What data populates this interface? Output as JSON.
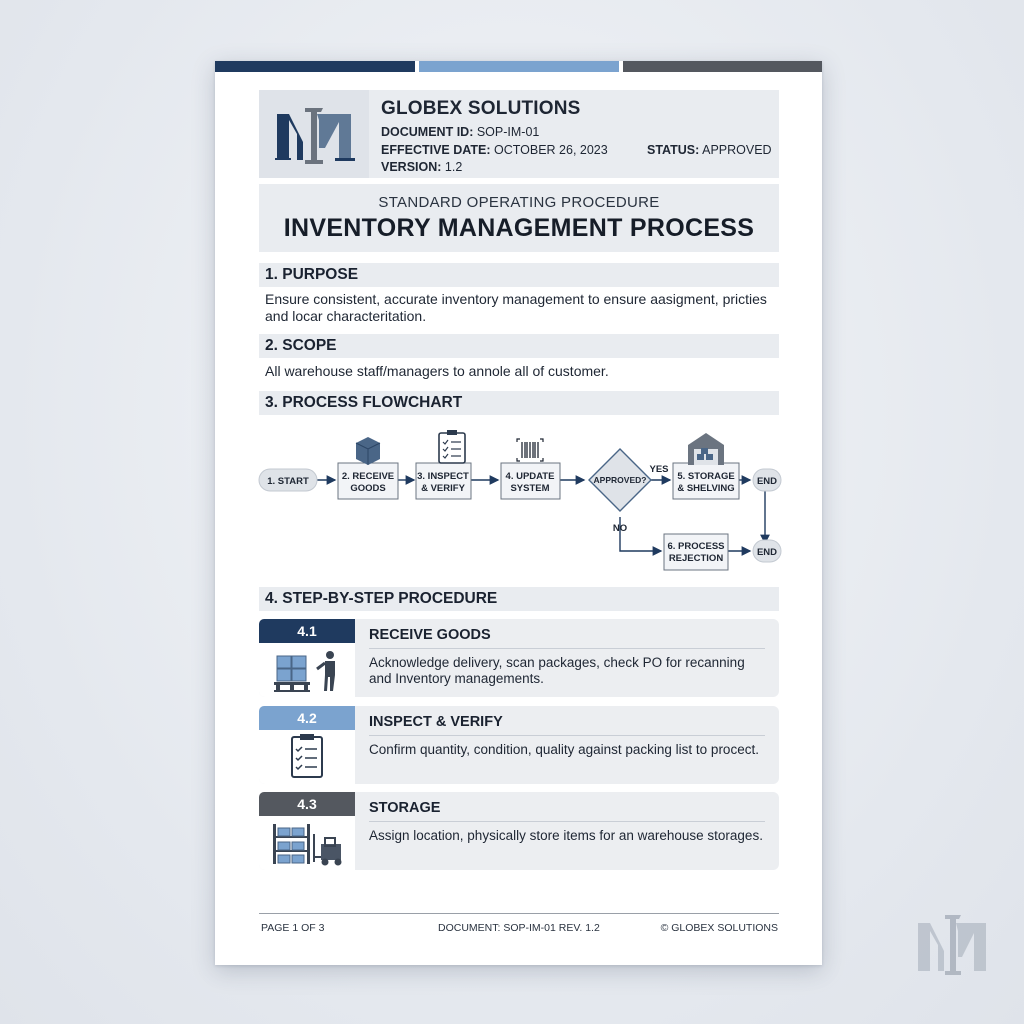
{
  "header": {
    "company": "GLOBEX SOLUTIONS",
    "doc_id_label": "DOCUMENT ID:",
    "doc_id": "SOP-IM-01",
    "effective_label": "EFFECTIVE DATE:",
    "effective": "OCTOBER 26, 2023",
    "version_label": "VERSION:",
    "version": "1.2",
    "status_label": "STATUS:",
    "status": "APPROVED"
  },
  "title": {
    "subtitle": "STANDARD OPERATING PROCEDURE",
    "main": "INVENTORY MANAGEMENT PROCESS"
  },
  "sections": {
    "purpose": {
      "heading": "1. PURPOSE",
      "text": "Ensure consistent, accurate inventory management to ensure aasigment, pricties and locar characteritation."
    },
    "scope": {
      "heading": "2. SCOPE",
      "text": "All warehouse staff/managers to annole all of customer."
    },
    "flowchart": {
      "heading": "3. PROCESS FLOWCHART"
    },
    "procedure": {
      "heading": "4. STEP-BY-STEP PROCEDURE"
    }
  },
  "flowchart": {
    "start": "1. START",
    "receive": [
      "2. RECEIVE",
      "GOODS"
    ],
    "inspect": [
      "3. INSPECT",
      "& VERIFY"
    ],
    "update": [
      "4. UPDATE",
      "SYSTEM"
    ],
    "decision": "APPROVED?",
    "yes": "YES",
    "no": "NO",
    "storage": [
      "5. STORAGE",
      "& SHELVING"
    ],
    "rejection": [
      "6. PROCESS",
      "REJECTION"
    ],
    "end1": "END",
    "end2": "END"
  },
  "steps": [
    {
      "num": "4.1",
      "title": "RECEIVE GOODS",
      "desc": "Acknowledge delivery, scan packages, check PO for recanning and Inventory managements.",
      "color": "#1f3a5f"
    },
    {
      "num": "4.2",
      "title": "INSPECT & VERIFY",
      "desc": "Confirm quantity, condition, quality against packing list to procect.",
      "color": "#7ba3cf"
    },
    {
      "num": "4.3",
      "title": "STORAGE",
      "desc": "Assign location, physically store items for an warehouse storages.",
      "color": "#54585f"
    }
  ],
  "footer": {
    "page": "PAGE 1 OF 3",
    "doc": "DOCUMENT: SOP-IM-01 REV. 1.2",
    "copyright": "© GLOBEX SOLUTIONS"
  },
  "colors": {
    "navy": "#1f3a5f",
    "light_blue": "#7ba3cf",
    "gray": "#54585f",
    "panel": "#e9ecf0"
  }
}
